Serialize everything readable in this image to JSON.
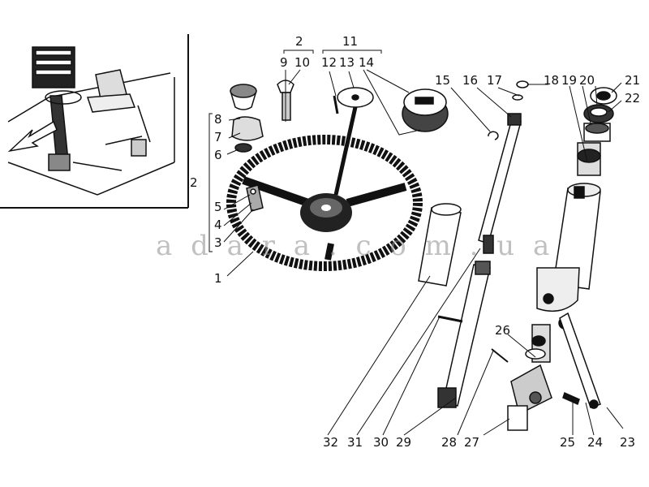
{
  "watermark": "a d a r a . c o m . u a",
  "callouts": {
    "n1": "1",
    "n2a": "2",
    "n2b": "2",
    "n3": "3",
    "n4": "4",
    "n5": "5",
    "n6": "6",
    "n7": "7",
    "n8": "8",
    "n9": "9",
    "n10": "10",
    "n11": "11",
    "n12": "12",
    "n13": "13",
    "n14": "14",
    "n15": "15",
    "n16": "16",
    "n17": "17",
    "n18": "18",
    "n19": "19",
    "n20": "20",
    "n21": "21",
    "n22": "22",
    "n23": "23",
    "n24": "24",
    "n25": "25",
    "n26": "26",
    "n27": "27",
    "n28": "28",
    "n29": "29",
    "n30": "30",
    "n31": "31",
    "n32": "32"
  }
}
